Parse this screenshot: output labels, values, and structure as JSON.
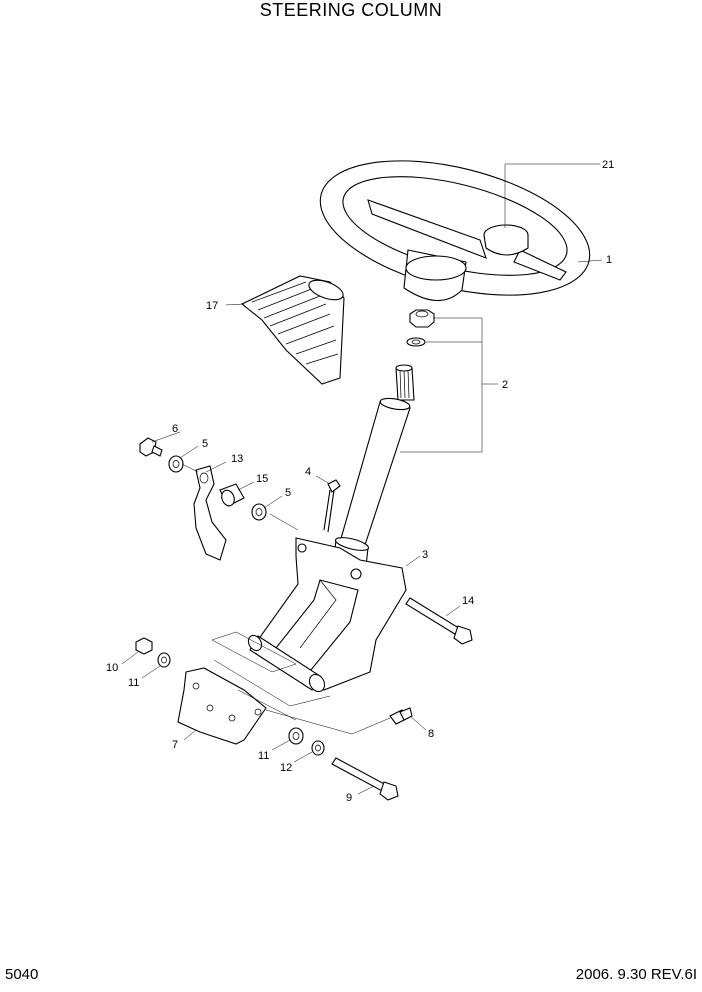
{
  "title": "STEERING COLUMN",
  "page_number": "5040",
  "revision": "2006. 9.30  REV.6I",
  "callouts": {
    "p1": "1",
    "p2": "2",
    "p3": "3",
    "p4": "4",
    "p5a": "5",
    "p5b": "5",
    "p6": "6",
    "p7": "7",
    "p8": "8",
    "p9": "9",
    "p10": "10",
    "p11a": "11",
    "p11b": "11",
    "p12": "12",
    "p13": "13",
    "p14": "14",
    "p15": "15",
    "p17": "17",
    "p21": "21"
  }
}
